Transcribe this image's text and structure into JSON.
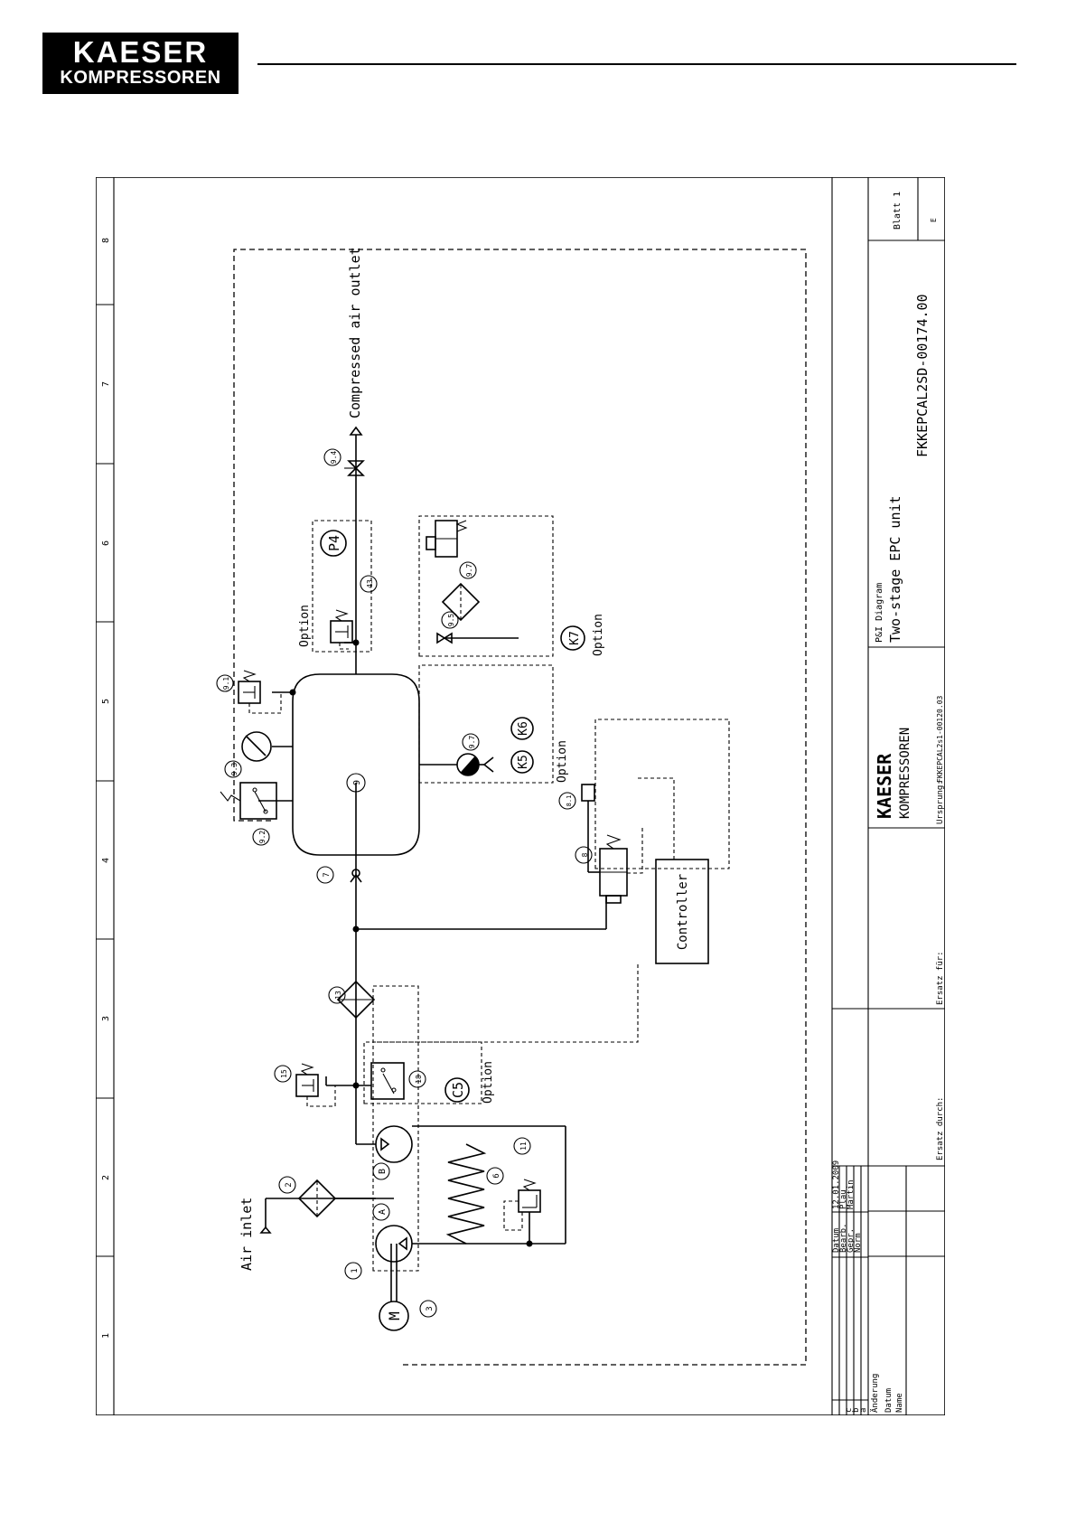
{
  "logo": {
    "line1": "KAESER",
    "line2": "KOMPRESSOREN"
  },
  "border": {
    "zones": [
      "1",
      "2",
      "3",
      "4",
      "5",
      "6",
      "7",
      "8"
    ]
  },
  "labels": {
    "air_inlet": "Air inlet",
    "compressed_air_outlet": "Compressed air outlet",
    "controller": "Controller",
    "option": "Option"
  },
  "tags": {
    "t1": "1",
    "t2": "2",
    "t3": "3",
    "t6": "6",
    "t7": "7",
    "t8": "8",
    "t81": "8.1",
    "t9": "9",
    "t91": "9.1",
    "t92": "9.2",
    "t93": "9.3",
    "t94": "9.4",
    "t95": "9.5",
    "t97a": "9.7",
    "t97b": "9.7",
    "t11": "11",
    "t13": "13",
    "t15": "15",
    "t18": "18",
    "t43": "43",
    "tA": "A",
    "tB": "B",
    "tM": "M"
  },
  "options": {
    "P4": "P4",
    "K5": "K5",
    "K6": "K6",
    "K7": "K7",
    "C5": "C5"
  },
  "title_block": {
    "rev_rows": [
      "c",
      "b",
      "a"
    ],
    "change_col": "Änderung",
    "date_col": "Datum",
    "name_col": "Name",
    "datum_label": "Datum",
    "datum_value": "12.01.2009",
    "bearb_label": "Bearb.",
    "bearb_value": "Plau",
    "gepr_label": "Gepr.",
    "gepr_value": "Martin",
    "norm_label": "Norm",
    "ersatz_durch": "Ersatz durch:",
    "ersatz_fuer": "Ersatz für:",
    "ursprung_label": "Ursprung:",
    "ursprung_value": "FKKEPCAL2s1-00120.03",
    "company_line1": "KAESER",
    "company_line2": "KOMPRESSOREN",
    "doc_type": "P&I Diagram",
    "doc_title": "Two-stage EPC unit",
    "drawing_no": "FKKEPCAL2SD-00174.00",
    "sheet_label": "Blatt 1",
    "revision": "E"
  }
}
